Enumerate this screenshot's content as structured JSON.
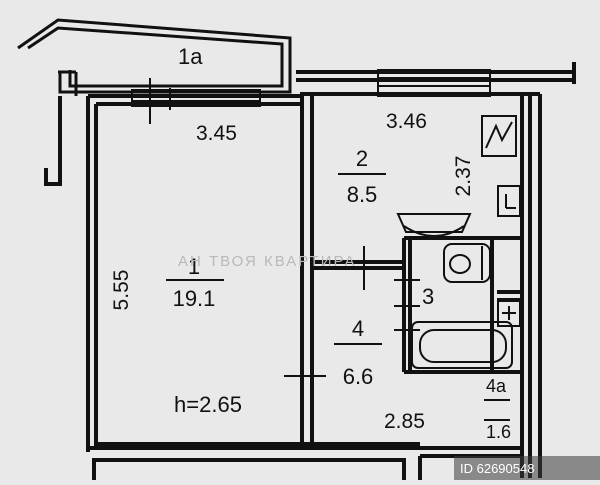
{
  "rooms": {
    "balcony": {
      "label": "1а"
    },
    "room1": {
      "number": "1",
      "area": "19.1",
      "height": "h=2.65"
    },
    "room2": {
      "number": "2",
      "area": "8.5"
    },
    "room3": {
      "number": "3"
    },
    "room4": {
      "number": "4",
      "area": "6.6"
    },
    "room4a": {
      "number": "4а",
      "area": "1.6"
    }
  },
  "dimensions": {
    "room1_width": "3.45",
    "room1_length": "5.55",
    "room2_width": "3.46",
    "room2_length": "2.37",
    "corridor_width": "2.85"
  },
  "watermark": {
    "text": "АН ТВОЯ КВАРТИРА"
  },
  "listing": {
    "id": "ID 62690548"
  },
  "colors": {
    "paper": "#e9e9e9",
    "ink": "#111111"
  }
}
